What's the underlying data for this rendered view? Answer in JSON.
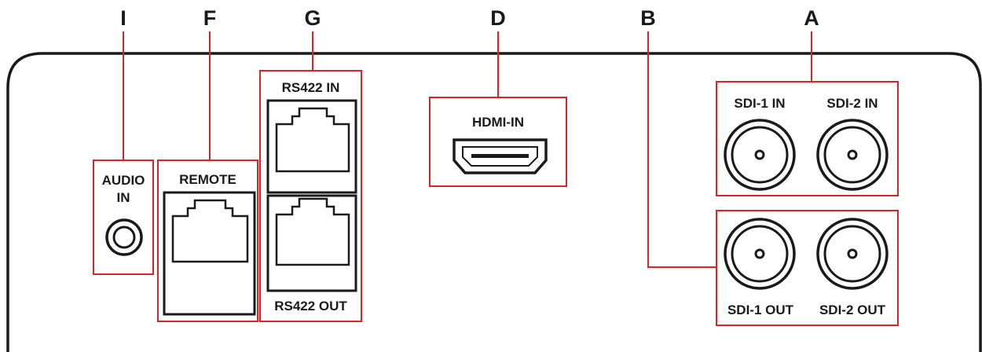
{
  "callouts": {
    "i": "I",
    "f": "F",
    "g": "G",
    "d": "D",
    "b": "B",
    "a": "A"
  },
  "ports": {
    "audio_in_line1": "AUDIO",
    "audio_in_line2": "IN",
    "remote": "REMOTE",
    "rs422_in": "RS422 IN",
    "rs422_out": "RS422 OUT",
    "hdmi_in": "HDMI-IN",
    "sdi1_in": "SDI-1 IN",
    "sdi2_in": "SDI-2 IN",
    "sdi1_out": "SDI-1 OUT",
    "sdi2_out": "SDI-2 OUT"
  },
  "colors": {
    "callout_red": "#d9252a",
    "outline": "#1a1a1a"
  }
}
